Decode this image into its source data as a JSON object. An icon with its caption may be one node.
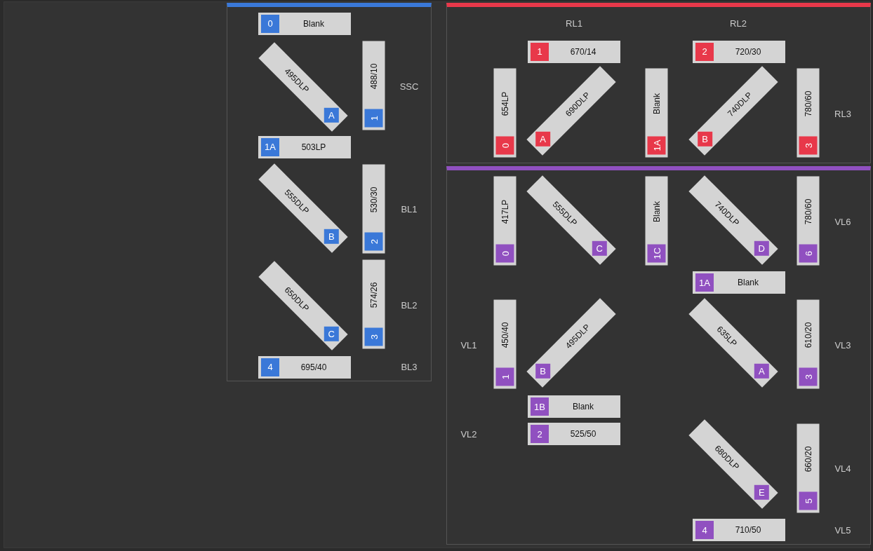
{
  "diagram": {
    "nodes": [
      {
        "text": [
          "0",
          "Blank"
        ]
      },
      {
        "text": [
          "A",
          "495DLP"
        ]
      },
      {
        "text": [
          "1",
          "488/10"
        ],
        "beside": [
          "SSC"
        ]
      },
      {
        "text": [
          "1A",
          "503LP"
        ]
      },
      {
        "text": [
          "B",
          "555DLP"
        ]
      },
      {
        "text": [
          "2",
          "530/30"
        ],
        "beside": [
          "BL1"
        ]
      },
      {
        "text": [
          "C",
          "650DLP"
        ]
      },
      {
        "text": [
          "3",
          "574/26"
        ],
        "beside": [
          "BL2"
        ]
      },
      {
        "text": [
          "4",
          "695/40"
        ]
      },
      {
        "text": [
          "1",
          "670/14"
        ],
        "beside": [
          "RL1"
        ]
      },
      {
        "text": [
          "2",
          "720/30"
        ],
        "beside": [
          "RL2"
        ]
      },
      {
        "text": [
          "0",
          "654LP"
        ]
      },
      {
        "text": [
          "A",
          "690DLP"
        ]
      },
      {
        "text": [
          "1A",
          "Blank"
        ]
      },
      {
        "text": [
          "B",
          "740DLP"
        ]
      },
      {
        "text": [
          "3",
          "780/60"
        ],
        "beside": [
          "RL3"
        ]
      },
      {
        "text": [
          "0",
          "417LP"
        ]
      },
      {
        "text": [
          "C",
          "555DLP"
        ]
      },
      {
        "text": [
          "1C",
          "Blank"
        ]
      },
      {
        "text": [
          "D",
          "740DLP"
        ]
      },
      {
        "text": [
          "6",
          "780/60"
        ],
        "beside": [
          "VL6"
        ]
      },
      {
        "text": [
          "1A",
          "Blank"
        ]
      },
      {
        "text": [
          "1",
          "450/40"
        ],
        "beside": [
          "VL1"
        ]
      },
      {
        "text": [
          "B",
          "495DLP"
        ]
      },
      {
        "text": [
          "A",
          "635LP"
        ]
      },
      {
        "text": [
          "3",
          "610/20"
        ],
        "beside": [
          "VL3"
        ]
      },
      {
        "text": [
          "1B",
          "Blank"
        ]
      },
      {
        "text": [
          "2",
          "525/50"
        ]
      },
      {
        "text": [
          "E",
          "680DLP"
        ]
      },
      {
        "text": [
          "5",
          "660/20"
        ],
        "beside": [
          "VL4"
        ]
      },
      {
        "text": [
          "4",
          "710/50"
        ]
      }
    ],
    "labels": [
      "BL3",
      "VL2",
      "VL5"
    ]
  }
}
